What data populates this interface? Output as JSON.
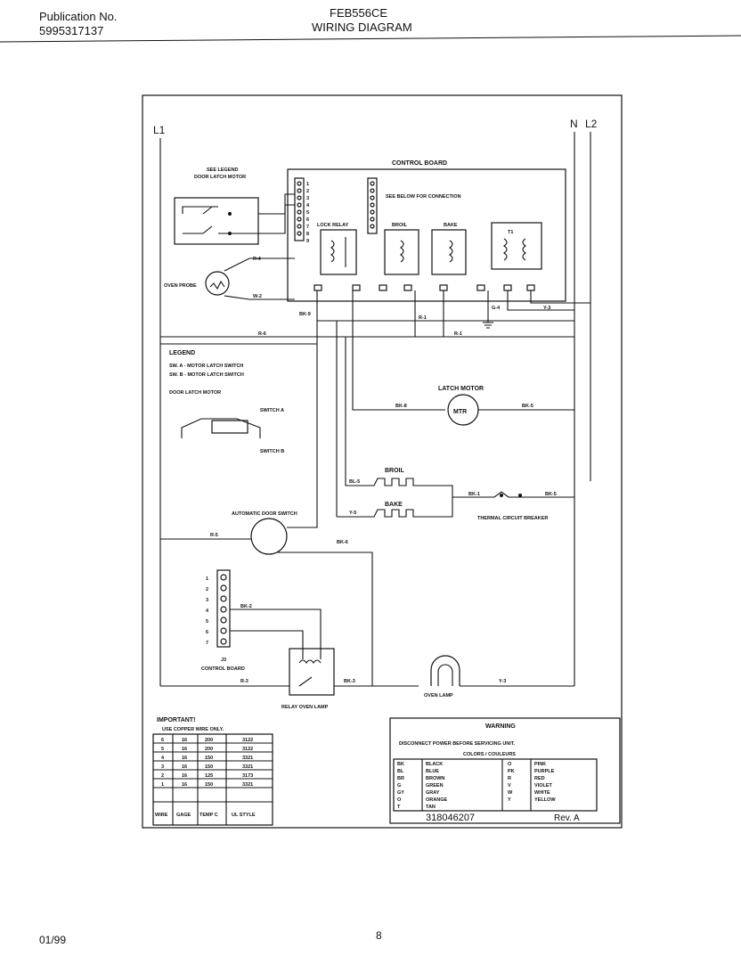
{
  "header": {
    "publication_label": "Publication No.",
    "publication_number": "5995317137",
    "model": "FEB556CE",
    "title": "WIRING DIAGRAM"
  },
  "diagram": {
    "line_l1": "L1",
    "line_n": "N",
    "line_l2": "L2",
    "control_board": "CONTROL BOARD",
    "see_below": "SEE BELOW FOR CONNECTION",
    "see_legend": "SEE LEGEND",
    "door_latch_motor": "DOOR LATCH MOTOR",
    "oven_probe": "OVEN PROBE",
    "lock_relay": "LOCK RELAY",
    "broil_relay": "BROIL",
    "bake_relay": "BAKE",
    "transformer": "T1",
    "latch_motor": "LATCH MOTOR",
    "mtr": "MTR",
    "legend_title": "LEGEND",
    "legend_sw_a": "SW. A - MOTOR LATCH SWITCH",
    "legend_sw_b": "SW. B - MOTOR LATCH SWITCH",
    "door_latch_detail": "DOOR LATCH MOTOR",
    "switch_a": "SWITCH A",
    "switch_b": "SWITCH B",
    "broil_element": "BROIL",
    "bake_element": "BAKE",
    "thermal_breaker": "THERMAL CIRCUIT BREAKER",
    "automatic_door_switch": "AUTOMATIC DOOR SWITCH",
    "j3": "J3",
    "control_board_j3": "CONTROL BOARD",
    "relay_oven_lamp": "RELAY OVEN LAMP",
    "oven_lamp": "OVEN LAMP",
    "wire_labels": [
      "R-6",
      "R-1",
      "R-1",
      "BK-9",
      "BK-8",
      "BK-5",
      "BK-1",
      "BK-5",
      "BL-5",
      "Y-5",
      "R-5",
      "BK-6",
      "BK-2",
      "BK-3",
      "R-3",
      "G-4",
      "Y-3",
      "Y-3",
      "R-4",
      "W-2"
    ],
    "j3_pins": [
      "1",
      "2",
      "3",
      "4",
      "5",
      "6",
      "7"
    ],
    "connector_pins": [
      "1",
      "2",
      "3",
      "4",
      "5",
      "6",
      "7",
      "8",
      "9"
    ]
  },
  "wire_table": {
    "title": "IMPORTANT!",
    "note": "USE COPPER WIRE ONLY.",
    "rows": [
      [
        "6",
        "16",
        "200",
        "3122"
      ],
      [
        "5",
        "16",
        "200",
        "3122"
      ],
      [
        "4",
        "16",
        "150",
        "3321"
      ],
      [
        "3",
        "16",
        "150",
        "3321"
      ],
      [
        "2",
        "16",
        "125",
        "3173"
      ],
      [
        "1",
        "16",
        "150",
        "3321"
      ]
    ],
    "footer": [
      "WIRE",
      "GAGE",
      "TEMP C",
      "UL STYLE"
    ]
  },
  "warning_box": {
    "title": "WARNING",
    "text": "DISCONNECT POWER BEFORE SERVICING UNIT.",
    "colors_title": "COLORS / COULEURS",
    "colors": [
      [
        "BK",
        "BLACK",
        "O",
        "PINK"
      ],
      [
        "BL",
        "BLUE",
        "PK",
        "PURPLE"
      ],
      [
        "BR",
        "BROWN",
        "R",
        "RED"
      ],
      [
        "G",
        "GREEN",
        "V",
        "VIOLET"
      ],
      [
        "GY",
        "GRAY",
        "W",
        "WHITE"
      ],
      [
        "O",
        "ORANGE",
        "Y",
        "YELLOW"
      ],
      [
        "T",
        "TAN",
        "",
        ""
      ]
    ],
    "part_number": "318046207",
    "revision": "Rev. A"
  },
  "footer": {
    "date": "01/99",
    "page": "8"
  }
}
